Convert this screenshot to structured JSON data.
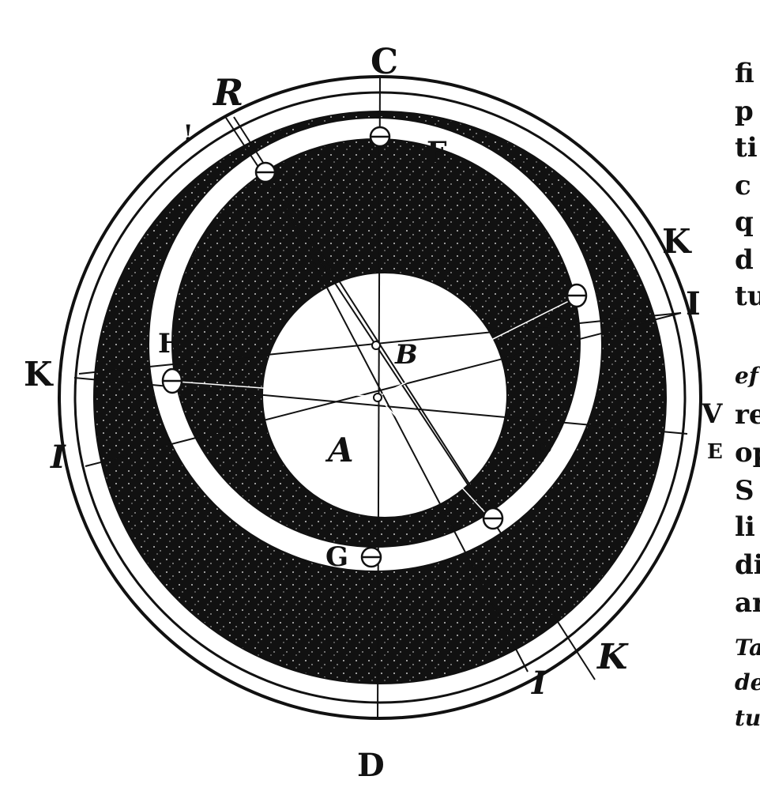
{
  "diagram": {
    "labels": {
      "C": "C",
      "D": "D",
      "F": "F",
      "G": "G",
      "H": "H",
      "A": "A",
      "B": "B",
      "P": "P",
      "R": "R",
      "K_left": "K",
      "K_right_top": "K",
      "K_bottom": "K",
      "I_left": "I",
      "I_right": "I",
      "I_bottom": "I",
      "V": "V",
      "E": "E"
    },
    "text_column": [
      {
        "text": "fi",
        "italic": false
      },
      {
        "text": "p",
        "italic": false
      },
      {
        "text": "ti",
        "italic": false
      },
      {
        "text": "c",
        "italic": false
      },
      {
        "text": "q",
        "italic": false
      },
      {
        "text": "d",
        "italic": false
      },
      {
        "text": "tu",
        "italic": false
      },
      {
        "text": "ef",
        "italic": true
      },
      {
        "text": "re",
        "italic": false
      },
      {
        "text": "op",
        "italic": false
      },
      {
        "text": "S",
        "italic": false
      },
      {
        "text": "li",
        "italic": false
      },
      {
        "text": "di",
        "italic": false
      },
      {
        "text": "ar",
        "italic": false
      },
      {
        "text": "Ta",
        "italic": true
      },
      {
        "text": "de",
        "italic": true
      },
      {
        "text": "tu",
        "italic": true
      }
    ],
    "colors": {
      "ink": "#111111",
      "paper": "#ffffff"
    }
  }
}
